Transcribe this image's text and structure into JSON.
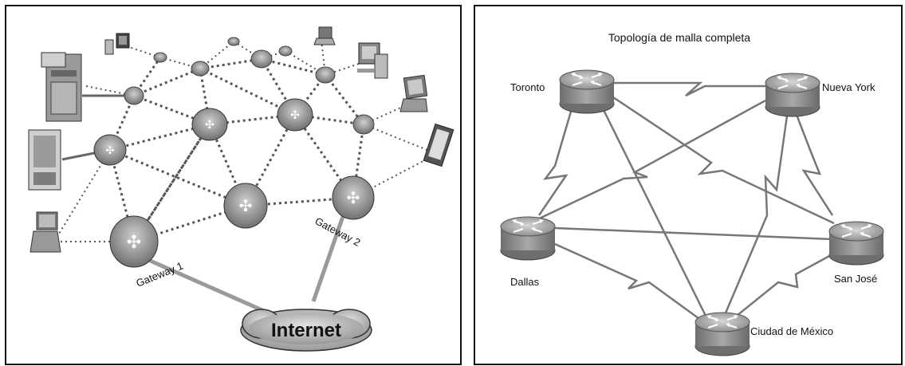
{
  "left_diagram": {
    "gateway_1": "Gateway 1",
    "gateway_2": "Gateway 2",
    "internet": "Internet"
  },
  "right_diagram": {
    "title": "Topología de malla completa",
    "nodes": {
      "toronto": "Toronto",
      "nueva_york": "Nueva York",
      "dallas": "Dallas",
      "san_jose": "San José",
      "ciudad_mexico": "Ciudad de México"
    }
  },
  "colors": {
    "router_fill": "#8a8a8a",
    "router_top": "#c8c8c8",
    "link_dotted": "#555555",
    "link_wire": "#6e6e6e",
    "cloud_fill": "#b5b5b5"
  }
}
